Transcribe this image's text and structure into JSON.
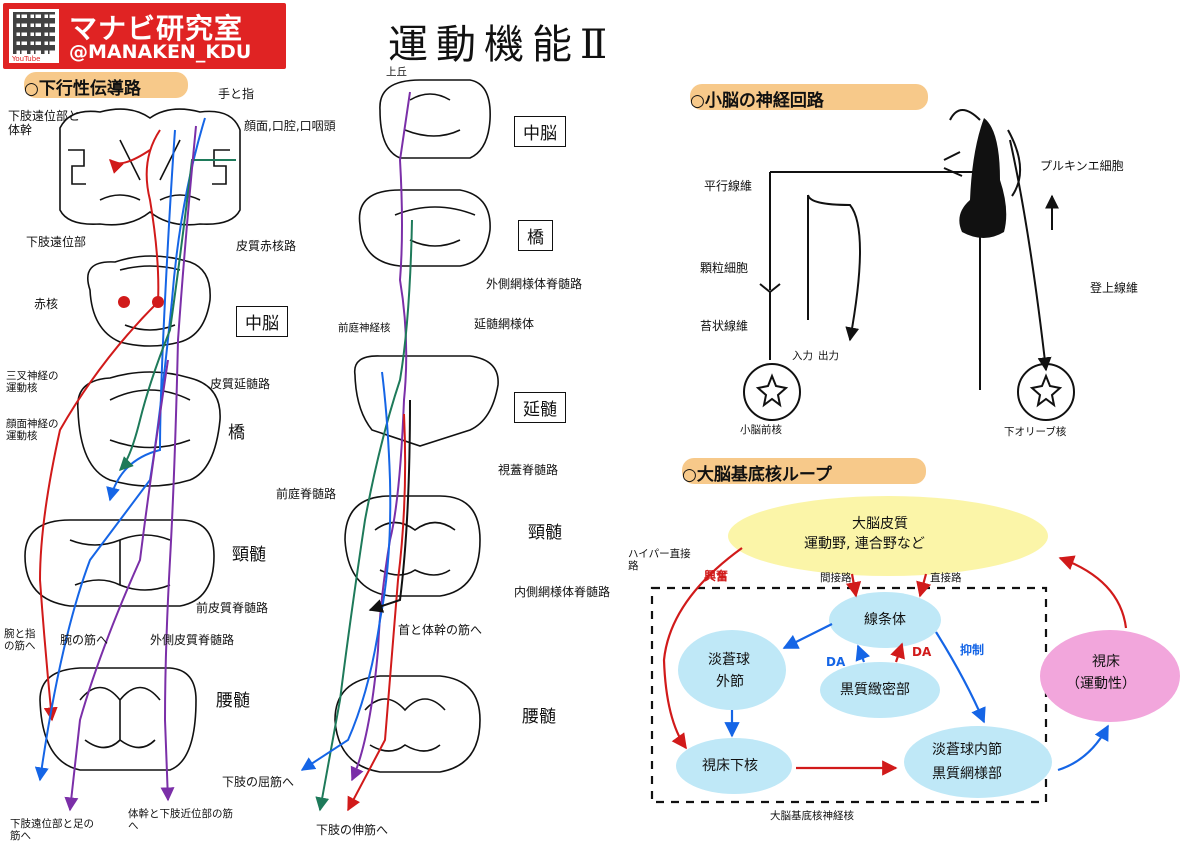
{
  "title": "運動機能Ⅱ",
  "logo": {
    "brand": "マナビ研究室",
    "handle": "@MANAKEN_KDU",
    "youtube": "YouTube",
    "qr_icon": "qr-code-icon"
  },
  "headings": {
    "pyramidal": "○下行性伝導路",
    "cerebellum": "○小脳の神経回路",
    "basal_ganglia": "○大脳基底核ループ"
  },
  "colors": {
    "highlight": "#f7c98a",
    "red": "#d11a1a",
    "blue": "#1565e6",
    "green": "#1e7a5a",
    "purple": "#7b2fa8",
    "yellow_box": "#fbf5a8",
    "cyan_box": "#bfe8f7",
    "pink_box": "#f2a6dc"
  },
  "left_diagram": {
    "top_left_label": "下肢遠位部と体幹",
    "top_right_label": "手と指",
    "face_label": "顔面,口腔,口咽頭",
    "lower_limb_distal": "下肢遠位部",
    "corticorubral": "皮質赤核路",
    "red_nucleus": "赤核",
    "midbrain": "中脳",
    "trigeminal_motor": "三叉神経の運動核",
    "corticobulbar": "皮質延髄路",
    "facial_motor": "顔面神経の運動核",
    "pons": "橋",
    "cervical": "頸髄",
    "to_arm_muscles_flexor": "腕と指の筋へ",
    "to_arm_muscles": "腕の筋へ",
    "anterior_corticospinal": "前皮質脊髄路",
    "lateral_corticospinal": "外側皮質脊髄路",
    "lumbar": "腰髄",
    "bottom_left": "下肢遠位部と足の筋へ",
    "bottom_right": "体幹と下肢近位部の筋へ"
  },
  "middle_diagram": {
    "top": "上丘",
    "midbrain": "中脳",
    "pons": "橋",
    "lateral_reticulospinal": "外側網様体脊髄路",
    "vestibular_nucleus": "前庭神経核",
    "medullary_reticular": "延髄網様体",
    "medulla": "延髄",
    "tectospinal": "視蓋脊髄路",
    "vestibulospinal": "前庭脊髄路",
    "cervical": "頸髄",
    "medial_reticulospinal": "内側網様体脊髄路",
    "neck_trunk": "首と体幹の筋へ",
    "lumbar": "腰髄",
    "lower_extensor": "下肢の屈筋へ",
    "lower_flexor": "下肢の伸筋へ"
  },
  "cerebellum": {
    "parallel_fiber": "平行線維",
    "granule_cell": "顆粒細胞",
    "mossy_fiber": "苔状線維",
    "input": "入力",
    "output": "出力",
    "purkinje": "プルキンエ細胞",
    "climbing": "登上線維",
    "cerebellar_nuclei": "小脳前核",
    "inferior_olive": "下オリーブ核"
  },
  "basal_ganglia": {
    "cortex_title": "大脳皮質",
    "cortex_sub": "運動野, 連合野など",
    "hyperdirect": "ハイパー直接路",
    "excitatory": "興奮",
    "indirect": "間接路",
    "direct": "直接路",
    "striatum": "線条体",
    "gpe_line1": "淡蒼球",
    "gpe_line2": "外節",
    "da_left": "DA",
    "da_right": "DA",
    "inhibitory": "抑制",
    "snc": "黒質緻密部",
    "thalamus_title": "視床",
    "thalamus_sub": "（運動性）",
    "stn": "視床下核",
    "gpi_line1": "淡蒼球内節",
    "gpi_line2": "黒質網様部",
    "footer": "大脳基底核神経核"
  }
}
